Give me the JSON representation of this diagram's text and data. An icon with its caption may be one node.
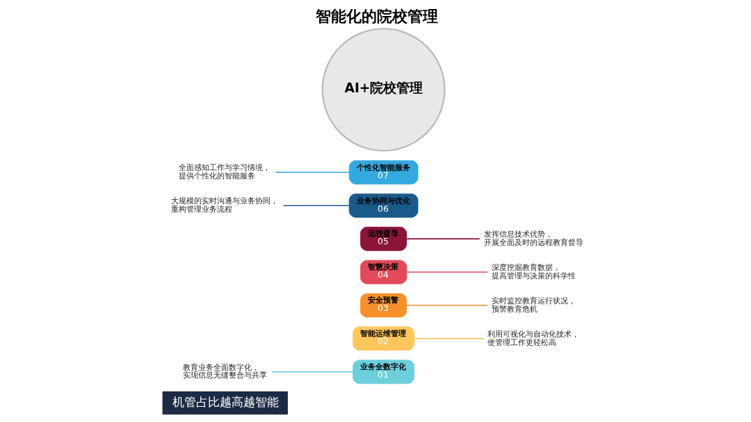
{
  "diagram": {
    "title": "智能化的院校管理",
    "nodes": [
      {
        "text": [
          "机管占比越高越智能"
        ]
      },
      {
        "text": [
          "AI+院校管理"
        ]
      },
      {
        "text": [
          "业务全数字化",
          "01"
        ]
      },
      {
        "text": [
          "智能运维管理",
          "02"
        ]
      },
      {
        "text": [
          "安全预警",
          "03"
        ]
      },
      {
        "text": [
          "智慧决策",
          "04"
        ]
      },
      {
        "text": [
          "远程督导",
          "05"
        ]
      },
      {
        "text": [
          "业务协同与优化",
          "06"
        ]
      },
      {
        "text": [
          "个性化智能服务",
          "07"
        ]
      },
      {
        "text": [
          "教育业务全面数字化，实现信息无缝整合与共享"
        ]
      },
      {
        "text": [
          "利用可视化与自动化技术，使管理工作更轻松高"
        ]
      },
      {
        "text": [
          "实时监控教育运行状况，预警教育危机"
        ]
      },
      {
        "text": [
          "深度挖掘教育数据，提高管理与决策的科学性"
        ]
      },
      {
        "text": [
          "发挥信息技术优势，开展全面及时的远程教育督导"
        ]
      },
      {
        "text": [
          "大规模的实时沟通与业务协同，重构管理业务流程"
        ]
      },
      {
        "text": [
          "全面感知工作与学习情境，提供个性化的智能服务"
        ]
      }
    ],
    "edges": [
      {
        "from": 9,
        "to": 2,
        "arrow": "none",
        "color": "#5ec8dc"
      },
      {
        "from": 3,
        "to": 10,
        "arrow": "none",
        "color": "#fdc65c"
      },
      {
        "from": 4,
        "to": 11,
        "arrow": "none",
        "color": "#f7902a"
      },
      {
        "from": 5,
        "to": 12,
        "arrow": "none",
        "color": "#e24a5a"
      },
      {
        "from": 6,
        "to": 13,
        "arrow": "none",
        "color": "#8a1538"
      },
      {
        "from": 14,
        "to": 7,
        "arrow": "none",
        "color": "#1a5a8a"
      },
      {
        "from": 15,
        "to": 8,
        "arrow": "none",
        "color": "#34a9df"
      }
    ]
  }
}
